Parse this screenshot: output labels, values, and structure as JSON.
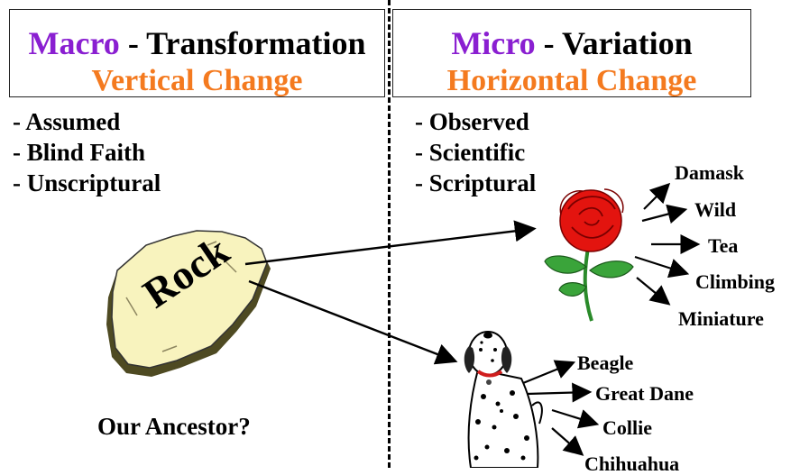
{
  "left_header": {
    "key": "Macro",
    "rest": " - Transformation",
    "subtitle": "Vertical Change"
  },
  "right_header": {
    "key": "Micro",
    "rest": " - Variation",
    "subtitle": "Horizontal Change"
  },
  "left_points": [
    "- Assumed",
    "- Blind Faith",
    "- Unscriptural"
  ],
  "right_points": [
    "- Observed",
    "- Scientific",
    "- Scriptural"
  ],
  "rock_label": "Rock",
  "ancestor_caption": "Our Ancestor?",
  "rose_varieties": [
    "Damask",
    "Wild",
    "Tea",
    "Climbing",
    "Miniature"
  ],
  "dog_breeds": [
    "Beagle",
    "Great Dane",
    "Collie",
    "Chihuahua"
  ],
  "colors": {
    "macro_micro": "#8a1fd1",
    "change": "#f47a1f",
    "rose": "#e3140f",
    "rock": "#f8f3be"
  }
}
